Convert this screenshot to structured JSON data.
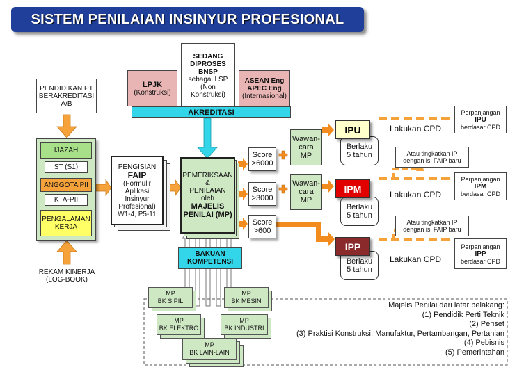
{
  "title": "SISTEM PENILAIAN INSINYUR PROFESIONAL",
  "education": {
    "line1": "PENDIDIKAN PT",
    "line2": "BERAKREDITASI",
    "line3": "A/B"
  },
  "qualification_column": {
    "ijazah": "IJAZAH",
    "st": "ST (S1)",
    "anggota": "ANGGOTA PII",
    "kta": "KTA-PII",
    "pengalaman1": "PENGALAMAN",
    "pengalaman2": "KERJA"
  },
  "logbook": {
    "line1": "REKAM KINERJA",
    "line2": "(LOG-BOOK)"
  },
  "faip": {
    "line1": "PENGISIAN",
    "line2": "FAIP",
    "line3": "(Formulir",
    "line4": "Aplikasi",
    "line5": "Insinyur",
    "line6": "Profesional)",
    "line7": "W1-4, P5-11"
  },
  "lpjk": {
    "line1": "LPJK",
    "line2": "(Konstruksi)"
  },
  "bnsp": {
    "line1": "SEDANG",
    "line2": "DIPROSES",
    "line3": "BNSP",
    "line4": "sebagai LSP",
    "line5": "(Non",
    "line6": "Konstruksi)"
  },
  "asean": {
    "line1": "ASEAN Eng",
    "line2": "APEC Eng",
    "line3": "(Internasional)"
  },
  "akreditasi": "AKREDITASI",
  "assessment": {
    "line1": "PEMERIKSAAN",
    "line2": "&",
    "line3": "PENILAIAN",
    "line4": "oleh",
    "line5": "MAJELIS",
    "line6": "PENILAI (MP)"
  },
  "scores": [
    {
      "line1": "Score",
      "line2": ">6000"
    },
    {
      "line1": "Score",
      "line2": ">3000"
    },
    {
      "line1": "Score",
      "line2": ">600"
    }
  ],
  "interview": {
    "line1": "Wawan-",
    "line2": "cara",
    "line3": "MP"
  },
  "ip_levels": [
    {
      "name": "IPU",
      "color": "#ffffcc",
      "text_color": "#000000",
      "valid1": "Berlaku",
      "valid2": "5 tahun",
      "renew1": "Perpanjangan",
      "renew2": "IPU",
      "renew3": "berdasar CPD"
    },
    {
      "name": "IPM",
      "color": "#e00000",
      "text_color": "#ffffff",
      "valid1": "Berlaku",
      "valid2": "5 tahun",
      "renew1": "Perpanjangan",
      "renew2": "IPM",
      "renew3": "berdasar CPD"
    },
    {
      "name": "IPP",
      "color": "#8a2a2a",
      "text_color": "#ffffff",
      "valid1": "Berlaku",
      "valid2": "5 tahun",
      "renew1": "Perpanjangan",
      "renew2": "IPP",
      "renew3": "berdasar CPD"
    }
  ],
  "cpd_label": "Lakukan CPD",
  "upgrade_note": {
    "line1": "Atau tingkatkan IP",
    "line2": "dengan isi FAIP baru"
  },
  "bakuan": {
    "line1": "BAKUAN",
    "line2": "KOMPETENSI"
  },
  "mp_groups": [
    {
      "line1": "MP",
      "line2": "BK SIPIL"
    },
    {
      "line1": "MP",
      "line2": "BK MESIN"
    },
    {
      "line1": "MP",
      "line2": "BK ELEKTRO"
    },
    {
      "line1": "MP",
      "line2": "BK INDUSTRI"
    },
    {
      "line1": "MP",
      "line2": "BK LAIN-LAIN"
    }
  ],
  "board_background": {
    "heading": "Majelis Penilai dari latar belakang:",
    "items": [
      "(1) Pendidik Perti Teknik",
      "(2) Periset",
      "(3) Praktisi Konstruksi, Manufaktur, Pertambangan, Pertanian",
      "(4) Pebisnis",
      "(5) Pemerintahan"
    ]
  },
  "colors": {
    "title_bg": "#1f3f9a",
    "akreditasi_bg": "#33d6e8",
    "lpjk_bg": "#e8b4b4",
    "ijazah_bg": "#a8e08a",
    "anggota_bg": "#f6a23a",
    "pengalaman_bg": "#ffff66",
    "qual_panel_bg": "#cfe8c4",
    "arrow_orange": "#f6a23a",
    "score_arrow": "#f28c1e"
  }
}
